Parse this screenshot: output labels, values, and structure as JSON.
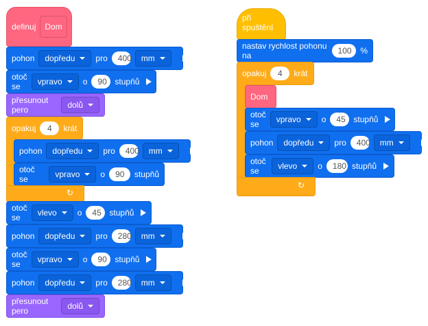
{
  "left": {
    "define": {
      "label": "definuj",
      "name": "Dom"
    },
    "b1": {
      "a": "pohon",
      "dir": "dopředu",
      "b": "pro",
      "val": "400",
      "unit": "mm"
    },
    "b2": {
      "a": "otoč se",
      "dir": "vpravo",
      "b": "o",
      "val": "90",
      "c": "stupňů"
    },
    "b3": {
      "a": "přesunout pero",
      "opt": "dolů"
    },
    "repeat": {
      "a": "opakuj",
      "val": "4",
      "b": "krát"
    },
    "b4": {
      "a": "pohon",
      "dir": "dopředu",
      "b": "pro",
      "val": "400",
      "unit": "mm"
    },
    "b5": {
      "a": "otoč se",
      "dir": "vpravo",
      "b": "o",
      "val": "90",
      "c": "stupňů"
    },
    "b6": {
      "a": "otoč se",
      "dir": "vlevo",
      "b": "o",
      "val": "45",
      "c": "stupňů"
    },
    "b7": {
      "a": "pohon",
      "dir": "dopředu",
      "b": "pro",
      "val": "280",
      "unit": "mm"
    },
    "b8": {
      "a": "otoč se",
      "dir": "vpravo",
      "b": "o",
      "val": "90",
      "c": "stupňů"
    },
    "b9": {
      "a": "pohon",
      "dir": "dopředu",
      "b": "pro",
      "val": "280",
      "unit": "mm"
    },
    "b10": {
      "a": "přesunout pero",
      "opt": "dolů"
    }
  },
  "right": {
    "hat": {
      "label": "při spuštění"
    },
    "speed": {
      "a": "nastav rychlost pohonu na",
      "val": "100",
      "b": "%"
    },
    "repeat": {
      "a": "opakuj",
      "val": "4",
      "b": "krát"
    },
    "call": {
      "label": "Dom"
    },
    "b1": {
      "a": "otoč se",
      "dir": "vpravo",
      "b": "o",
      "val": "45",
      "c": "stupňů"
    },
    "b2": {
      "a": "pohon",
      "dir": "dopředu",
      "b": "pro",
      "val": "400",
      "unit": "mm"
    },
    "b3": {
      "a": "otoč se",
      "dir": "vlevo",
      "b": "o",
      "val": "180",
      "c": "stupňů"
    }
  },
  "icons": {
    "loop": "↻"
  }
}
